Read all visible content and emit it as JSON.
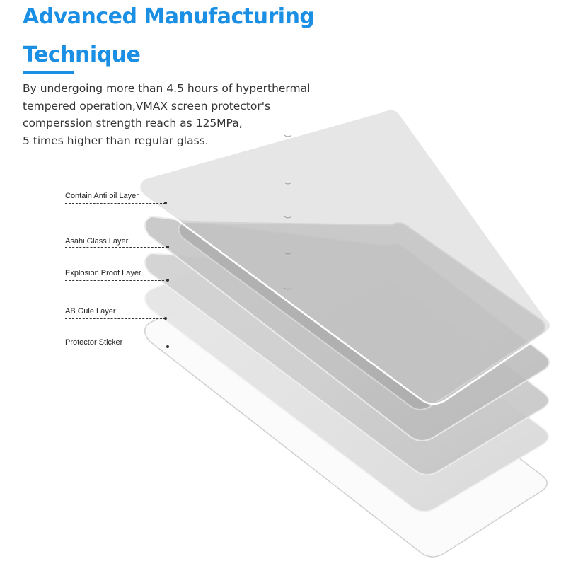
{
  "header": {
    "title_line1": "Advanced Manufacturing",
    "title_line2": "Technique",
    "accent_color": "#1a8fe3"
  },
  "description": {
    "lines": [
      "By undergoing more than 4.5 hours of hyperthermal",
      "tempered operation,VMAX screen protector's",
      "comperssion strength reach as 125MPa,",
      "5 times higher than regular glass."
    ]
  },
  "layers": [
    {
      "label": "Contain Anti oil Layer"
    },
    {
      "label": "Asahi Glass Layer"
    },
    {
      "label": "Explosion Proof Layer"
    },
    {
      "label": "AB Gule Layer"
    },
    {
      "label": "Protector Sticker"
    }
  ]
}
